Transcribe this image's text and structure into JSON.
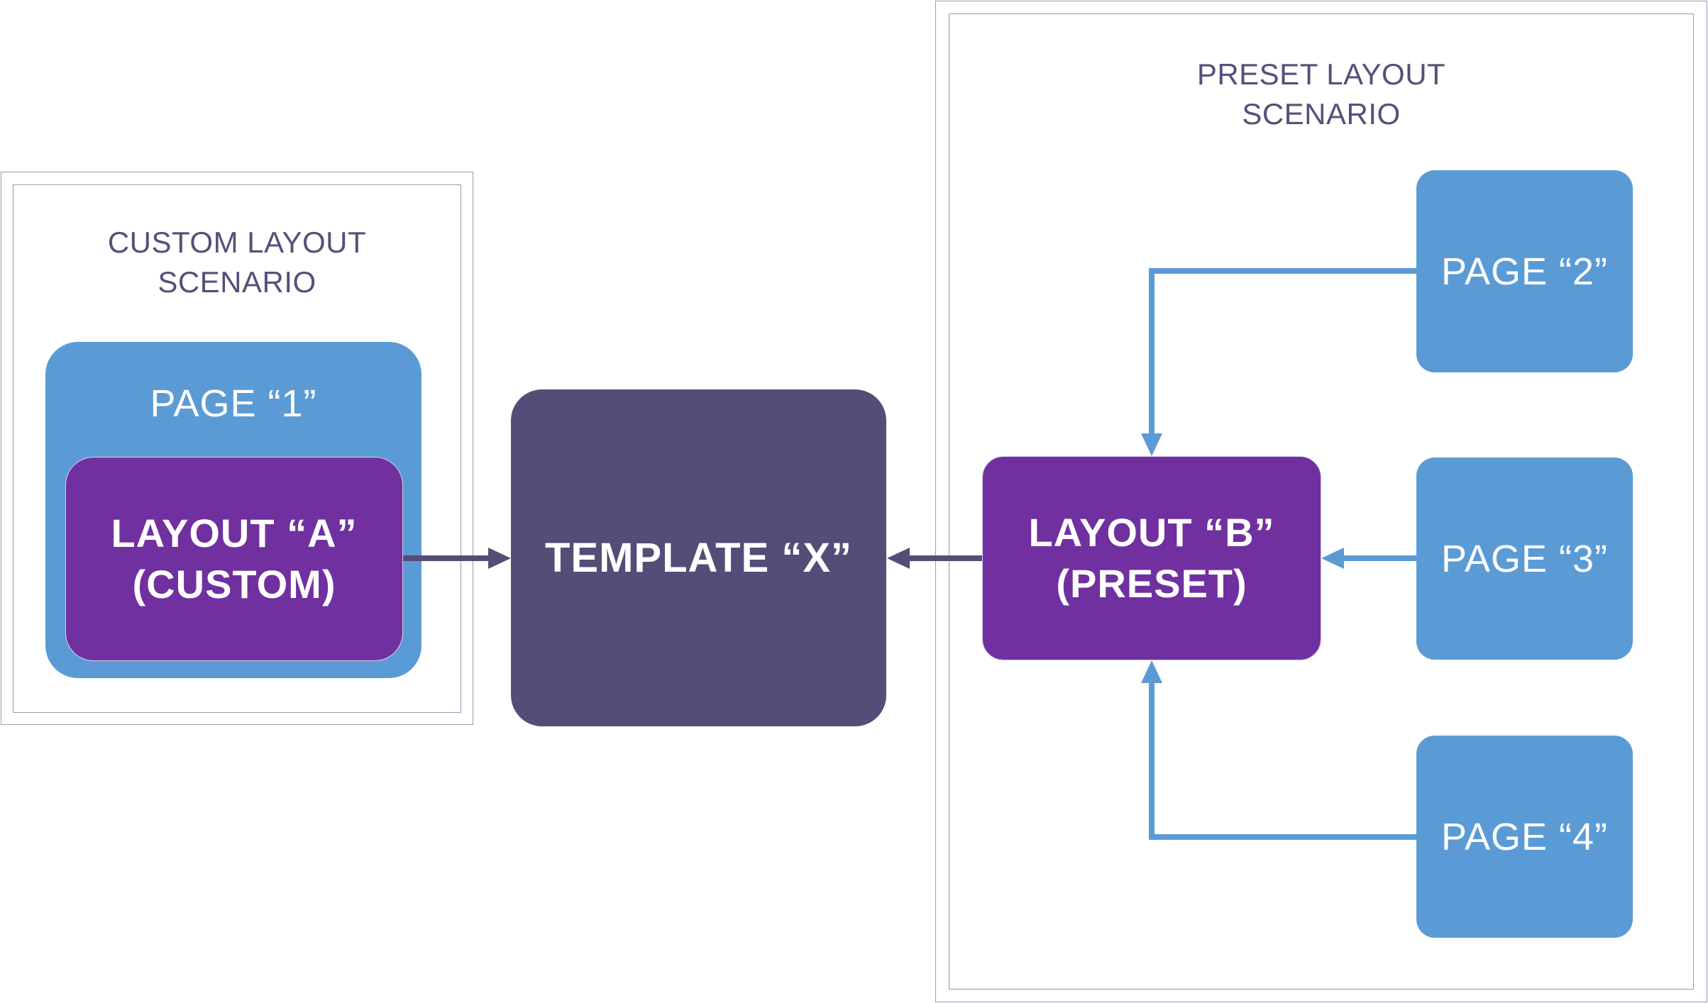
{
  "colors": {
    "page_blue": "#5b9bd5",
    "layout_purple": "#7030a0",
    "template_slate": "#554d77",
    "frame_gray": "#9c98b4",
    "label_text": "#55507a",
    "connector_blue": "#5b9bd5",
    "connector_slate": "#554d77"
  },
  "custom_scenario": {
    "label_line1": "CUSTOM LAYOUT",
    "label_line2": "SCENARIO",
    "page": {
      "label": "PAGE “1”"
    },
    "layout": {
      "line1": "LAYOUT “A”",
      "line2": "(CUSTOM)"
    }
  },
  "template": {
    "label": "TEMPLATE “X”"
  },
  "preset_scenario": {
    "label_line1": "PRESET LAYOUT",
    "label_line2": "SCENARIO",
    "layout": {
      "line1": "LAYOUT “B”",
      "line2": "(PRESET)"
    },
    "pages": [
      {
        "label": "PAGE “2”"
      },
      {
        "label": "PAGE “3”"
      },
      {
        "label": "PAGE “4”"
      }
    ]
  }
}
